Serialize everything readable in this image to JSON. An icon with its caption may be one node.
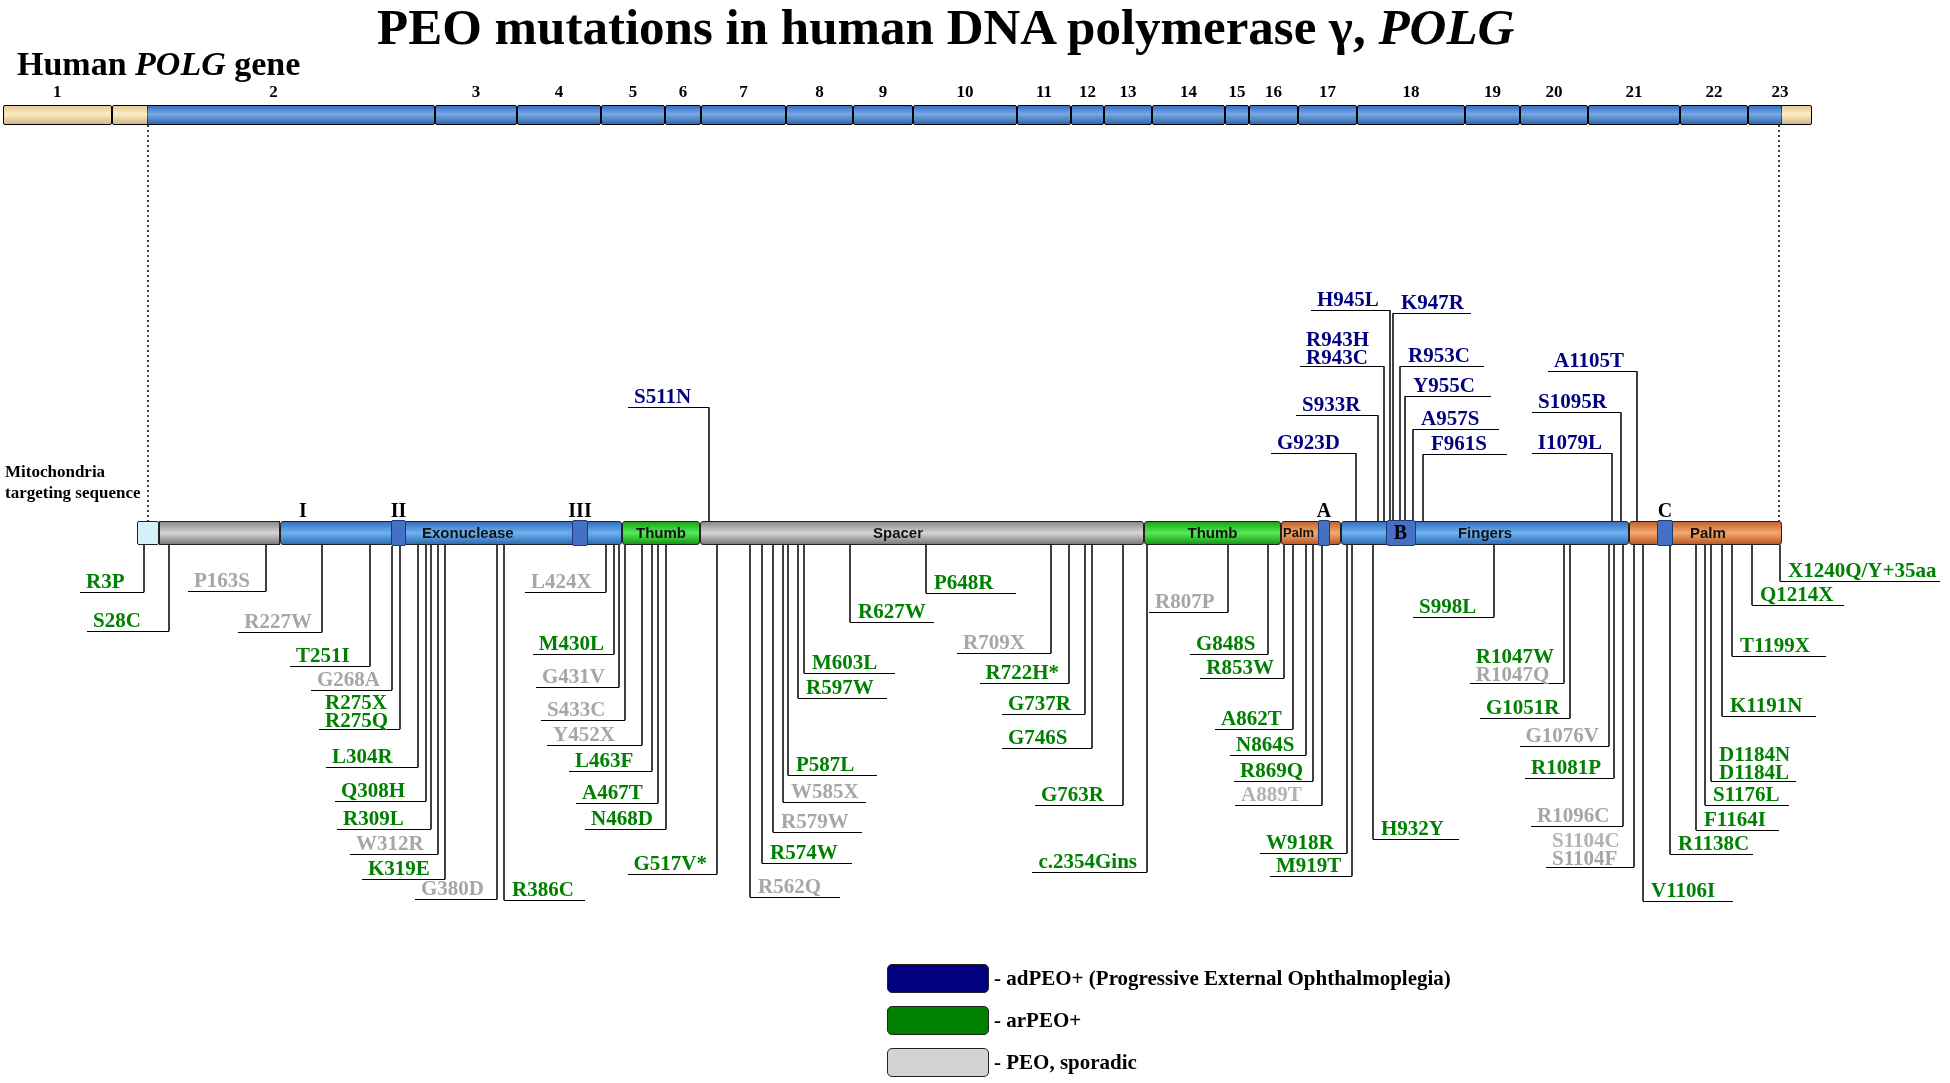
{
  "diagram": {
    "title": "PEO mutations in human DNA polymerase γ, *POLG*",
    "nodes": [
      {
        "text": [],
        "shape": "box",
        "beside": [
          "1"
        ]
      },
      {
        "text": [],
        "shape": "box",
        "beside": [
          "2"
        ]
      },
      {
        "text": [],
        "shape": "box",
        "beside": [
          "3"
        ]
      },
      {
        "text": [],
        "shape": "box",
        "beside": [
          "4"
        ]
      },
      {
        "text": [],
        "shape": "box",
        "beside": [
          "5"
        ]
      },
      {
        "text": [],
        "shape": "box",
        "beside": [
          "6"
        ]
      },
      {
        "text": [],
        "shape": "box",
        "beside": [
          "7"
        ]
      },
      {
        "text": [],
        "shape": "box",
        "beside": [
          "8"
        ]
      },
      {
        "text": [],
        "shape": "box",
        "beside": [
          "9"
        ]
      },
      {
        "text": [],
        "shape": "box",
        "beside": [
          "10"
        ]
      },
      {
        "text": [],
        "shape": "box",
        "beside": [
          "11"
        ]
      },
      {
        "text": [],
        "shape": "box",
        "beside": [
          "12"
        ]
      },
      {
        "text": [],
        "shape": "box",
        "beside": [
          "13"
        ]
      },
      {
        "text": [],
        "shape": "box",
        "beside": [
          "14"
        ]
      },
      {
        "text": [],
        "shape": "box",
        "beside": [
          "15"
        ]
      },
      {
        "text": [],
        "shape": "box",
        "beside": [
          "16"
        ]
      },
      {
        "text": [],
        "shape": "box",
        "beside": [
          "17"
        ]
      },
      {
        "text": [],
        "shape": "box",
        "beside": [
          "18"
        ]
      },
      {
        "text": [],
        "shape": "box",
        "beside": [
          "19"
        ]
      },
      {
        "text": [],
        "shape": "box",
        "beside": [
          "20"
        ]
      },
      {
        "text": [],
        "shape": "box",
        "beside": [
          "21"
        ]
      },
      {
        "text": [],
        "shape": "box",
        "beside": [
          "22"
        ]
      },
      {
        "text": [],
        "shape": "box",
        "beside": [
          "23"
        ]
      },
      {
        "text": [],
        "shape": "box",
        "beside": [
          "Mitochondria targeting sequence"
        ]
      },
      {
        "text": [],
        "shape": "bar"
      },
      {
        "text": [
          "Exonuclease"
        ]
      },
      {
        "text": [],
        "shape": "box",
        "beside": [
          "II"
        ],
        "in": 25
      },
      {
        "text": [],
        "shape": "box",
        "beside": [
          "III"
        ],
        "in": 25
      },
      {
        "text": [
          "Thumb"
        ]
      },
      {
        "text": [
          "Spacer"
        ]
      },
      {
        "text": [
          "Thumb"
        ]
      },
      {
        "text": [
          "Palm"
        ]
      },
      {
        "text": [],
        "shape": "box",
        "beside": [
          "A"
        ],
        "in": 31
      },
      {
        "text": [
          "Fingers"
        ]
      },
      {
        "text": [
          "B"
        ],
        "in": 33
      },
      {
        "text": [
          "Palm"
        ]
      },
      {
        "text": [],
        "shape": "box",
        "beside": [
          "C"
        ],
        "in": 35
      },
      {
        "text": [
          "S511N"
        ]
      },
      {
        "text": [
          "G923D"
        ]
      },
      {
        "text": [
          "S933R"
        ]
      },
      {
        "text": [
          "R943H",
          "R943C"
        ]
      },
      {
        "text": [
          "H945L"
        ]
      },
      {
        "text": [
          "K947R"
        ]
      },
      {
        "text": [
          "R953C"
        ]
      },
      {
        "text": [
          "Y955C"
        ]
      },
      {
        "text": [
          "A957S"
        ]
      },
      {
        "text": [
          "F961S"
        ]
      },
      {
        "text": [
          "I1079L"
        ]
      },
      {
        "text": [
          "S1095R"
        ]
      },
      {
        "text": [
          "A1105T"
        ]
      },
      {
        "text": [
          "R3P"
        ]
      },
      {
        "text": [
          "S28C"
        ]
      },
      {
        "text": [
          "P163S"
        ]
      },
      {
        "text": [
          "R227W"
        ]
      },
      {
        "text": [
          "T251I"
        ]
      },
      {
        "text": [
          "G268A"
        ]
      },
      {
        "text": [
          "R275X",
          "R275Q"
        ]
      },
      {
        "text": [
          "L304R"
        ]
      },
      {
        "text": [
          "Q308H"
        ]
      },
      {
        "text": [
          "R309L"
        ]
      },
      {
        "text": [
          "W312R"
        ]
      },
      {
        "text": [
          "K319E"
        ]
      },
      {
        "text": [
          "G380D"
        ]
      },
      {
        "text": [
          "R386C"
        ]
      },
      {
        "text": [
          "L424X"
        ]
      },
      {
        "text": [
          "M430L"
        ]
      },
      {
        "text": [
          "G431V"
        ]
      },
      {
        "text": [
          "S433C"
        ]
      },
      {
        "text": [
          "Y452X"
        ]
      },
      {
        "text": [
          "L463F"
        ]
      },
      {
        "text": [
          "A467T"
        ]
      },
      {
        "text": [
          "N468D"
        ]
      },
      {
        "text": [
          "G517V*"
        ]
      },
      {
        "text": [
          "R562Q"
        ]
      },
      {
        "text": [
          "R574W"
        ]
      },
      {
        "text": [
          "R579W"
        ]
      },
      {
        "text": [
          "W585X"
        ]
      },
      {
        "text": [
          "P587L"
        ]
      },
      {
        "text": [
          "R597W"
        ]
      },
      {
        "text": [
          "M603L"
        ]
      },
      {
        "text": [
          "R627W"
        ]
      },
      {
        "text": [
          "P648R"
        ]
      },
      {
        "text": [
          "R709X"
        ]
      },
      {
        "text": [
          "R722H*"
        ]
      },
      {
        "text": [
          "G737R"
        ]
      },
      {
        "text": [
          "G746S"
        ]
      },
      {
        "text": [
          "G763R"
        ]
      },
      {
        "text": [
          "c.2354Gins"
        ]
      },
      {
        "text": [
          "R807P"
        ]
      },
      {
        "text": [
          "G848S"
        ]
      },
      {
        "text": [
          "R853W"
        ]
      },
      {
        "text": [
          "A862T"
        ]
      },
      {
        "text": [
          "N864S"
        ]
      },
      {
        "text": [
          "R869Q"
        ]
      },
      {
        "text": [
          "A889T"
        ]
      },
      {
        "text": [
          "W918R"
        ]
      },
      {
        "text": [
          "M919T"
        ]
      },
      {
        "text": [
          "H932Y"
        ]
      },
      {
        "text": [
          "S998L"
        ]
      },
      {
        "text": [
          "R1047W",
          "R1047Q"
        ]
      },
      {
        "text": [
          "G1051R"
        ]
      },
      {
        "text": [
          "G1076V"
        ]
      },
      {
        "text": [
          "R1081P"
        ]
      },
      {
        "text": [
          "R1096C"
        ]
      },
      {
        "text": [
          "S1104C",
          "S1104F"
        ]
      },
      {
        "text": [
          "V1106I"
        ]
      },
      {
        "text": [
          "R1138C"
        ]
      },
      {
        "text": [
          "F1164I"
        ]
      },
      {
        "text": [
          "S1176L"
        ]
      },
      {
        "text": [
          "D1184N",
          "D1184L"
        ]
      },
      {
        "text": [
          "K1191N"
        ]
      },
      {
        "text": [
          "T1199X"
        ]
      },
      {
        "text": [
          "Q1214X"
        ]
      },
      {
        "text": [
          "X1240Q/Y+35aa"
        ]
      }
    ],
    "edges": [
      {
        "from": 1,
        "to": 23,
        "arrow": "none",
        "style": "dashed"
      },
      {
        "from": 22,
        "to": 35,
        "arrow": "none",
        "style": "dashed"
      },
      {
        "from": 37,
        "to": 29,
        "arrow": "none"
      },
      {
        "from": 38,
        "to": 33,
        "arrow": "none"
      },
      {
        "from": 39,
        "to": 33,
        "arrow": "none"
      },
      {
        "from": 40,
        "to": 33,
        "arrow": "none"
      },
      {
        "from": 41,
        "to": 34,
        "arrow": "none"
      },
      {
        "from": 42,
        "to": 34,
        "arrow": "none"
      },
      {
        "from": 43,
        "to": 34,
        "arrow": "none"
      },
      {
        "from": 44,
        "to": 34,
        "arrow": "none"
      },
      {
        "from": 45,
        "to": 34,
        "arrow": "none"
      },
      {
        "from": 46,
        "to": 33,
        "arrow": "none"
      },
      {
        "from": 47,
        "to": 33,
        "arrow": "none"
      },
      {
        "from": 48,
        "to": 33,
        "arrow": "none"
      },
      {
        "from": 49,
        "to": 35,
        "arrow": "none"
      },
      {
        "from": 50,
        "to": 23,
        "arrow": "none"
      },
      {
        "from": 51,
        "to": 24,
        "arrow": "none"
      },
      {
        "from": 52,
        "to": 24,
        "arrow": "none"
      },
      {
        "from": 53,
        "to": 25,
        "arrow": "none"
      },
      {
        "from": 54,
        "to": 25,
        "arrow": "none"
      },
      {
        "from": 55,
        "to": 26,
        "arrow": "none"
      },
      {
        "from": 56,
        "to": 26,
        "arrow": "none"
      },
      {
        "from": 57,
        "to": 25,
        "arrow": "none"
      },
      {
        "from": 58,
        "to": 25,
        "arrow": "none"
      },
      {
        "from": 59,
        "to": 25,
        "arrow": "none"
      },
      {
        "from": 60,
        "to": 25,
        "arrow": "none"
      },
      {
        "from": 61,
        "to": 25,
        "arrow": "none"
      },
      {
        "from": 62,
        "to": 25,
        "arrow": "none"
      },
      {
        "from": 63,
        "to": 25,
        "arrow": "none"
      },
      {
        "from": 64,
        "to": 25,
        "arrow": "none"
      },
      {
        "from": 65,
        "to": 25,
        "arrow": "none"
      },
      {
        "from": 66,
        "to": 25,
        "arrow": "none"
      },
      {
        "from": 67,
        "to": 28,
        "arrow": "none"
      },
      {
        "from": 68,
        "to": 28,
        "arrow": "none"
      },
      {
        "from": 69,
        "to": 28,
        "arrow": "none"
      },
      {
        "from": 70,
        "to": 28,
        "arrow": "none"
      },
      {
        "from": 71,
        "to": 28,
        "arrow": "none"
      },
      {
        "from": 72,
        "to": 29,
        "arrow": "none"
      },
      {
        "from": 73,
        "to": 29,
        "arrow": "none"
      },
      {
        "from": 74,
        "to": 29,
        "arrow": "none"
      },
      {
        "from": 75,
        "to": 29,
        "arrow": "none"
      },
      {
        "from": 76,
        "to": 29,
        "arrow": "none"
      },
      {
        "from": 77,
        "to": 29,
        "arrow": "none"
      },
      {
        "from": 78,
        "to": 29,
        "arrow": "none"
      },
      {
        "from": 79,
        "to": 29,
        "arrow": "none"
      },
      {
        "from": 80,
        "to": 29,
        "arrow": "none"
      },
      {
        "from": 81,
        "to": 29,
        "arrow": "none"
      },
      {
        "from": 82,
        "to": 29,
        "arrow": "none"
      },
      {
        "from": 83,
        "to": 29,
        "arrow": "none"
      },
      {
        "from": 84,
        "to": 29,
        "arrow": "none"
      },
      {
        "from": 85,
        "to": 29,
        "arrow": "none"
      },
      {
        "from": 86,
        "to": 29,
        "arrow": "none"
      },
      {
        "from": 87,
        "to": 30,
        "arrow": "none"
      },
      {
        "from": 88,
        "to": 30,
        "arrow": "none"
      },
      {
        "from": 89,
        "to": 30,
        "arrow": "none"
      },
      {
        "from": 90,
        "to": 31,
        "arrow": "none"
      },
      {
        "from": 91,
        "to": 31,
        "arrow": "none"
      },
      {
        "from": 92,
        "to": 31,
        "arrow": "none"
      },
      {
        "from": 93,
        "to": 31,
        "arrow": "none"
      },
      {
        "from": 94,
        "to": 32,
        "arrow": "none"
      },
      {
        "from": 95,
        "to": 33,
        "arrow": "none"
      },
      {
        "from": 96,
        "to": 33,
        "arrow": "none"
      },
      {
        "from": 97,
        "to": 33,
        "arrow": "none"
      },
      {
        "from": 98,
        "to": 33,
        "arrow": "none"
      },
      {
        "from": 99,
        "to": 33,
        "arrow": "none"
      },
      {
        "from": 100,
        "to": 33,
        "arrow": "none"
      },
      {
        "from": 101,
        "to": 33,
        "arrow": "none"
      },
      {
        "from": 102,
        "to": 33,
        "arrow": "none"
      },
      {
        "from": 103,
        "to": 33,
        "arrow": "none"
      },
      {
        "from": 104,
        "to": 35,
        "arrow": "none"
      },
      {
        "from": 105,
        "to": 35,
        "arrow": "none"
      },
      {
        "from": 106,
        "to": 36,
        "arrow": "none"
      },
      {
        "from": 107,
        "to": 35,
        "arrow": "none"
      },
      {
        "from": 108,
        "to": 35,
        "arrow": "none"
      },
      {
        "from": 109,
        "to": 35,
        "arrow": "none"
      },
      {
        "from": 110,
        "to": 35,
        "arrow": "none"
      },
      {
        "from": 111,
        "to": 35,
        "arrow": "none"
      },
      {
        "from": 112,
        "to": 35,
        "arrow": "none"
      },
      {
        "from": 113,
        "to": 35,
        "arrow": "none"
      }
    ],
    "labels": [
      "Human *POLG* gene",
      "I"
    ],
    "legend": [
      {
        "text": "- adPEO+ (Progressive External Ophthalmoplegia)",
        "color": "#000080"
      },
      {
        "text": "- arPEO+",
        "color": "#008000"
      },
      {
        "text": "- PEO, sporadic",
        "color": "#d3d3d3"
      }
    ]
  }
}
